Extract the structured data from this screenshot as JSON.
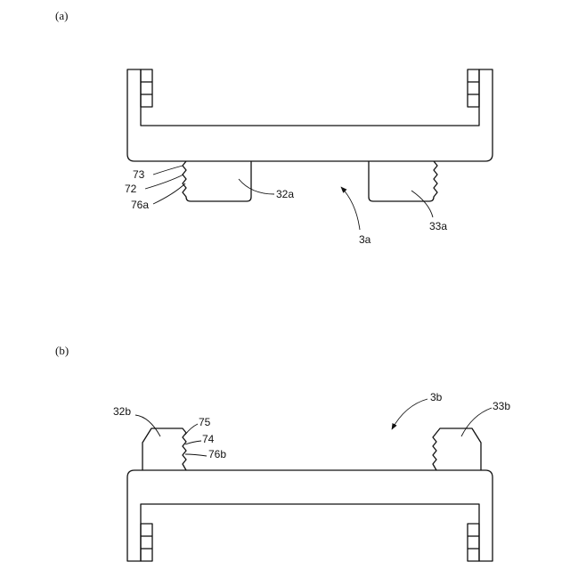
{
  "panel_a": {
    "label": "(a)",
    "labels": {
      "73": "73",
      "72": "72",
      "76a": "76a",
      "32a": "32a",
      "33a": "33a",
      "3a": "3a"
    }
  },
  "panel_b": {
    "label": "(b)",
    "labels": {
      "32b": "32b",
      "75": "75",
      "74": "74",
      "76b": "76b",
      "33b": "33b",
      "3b": "3b"
    }
  }
}
